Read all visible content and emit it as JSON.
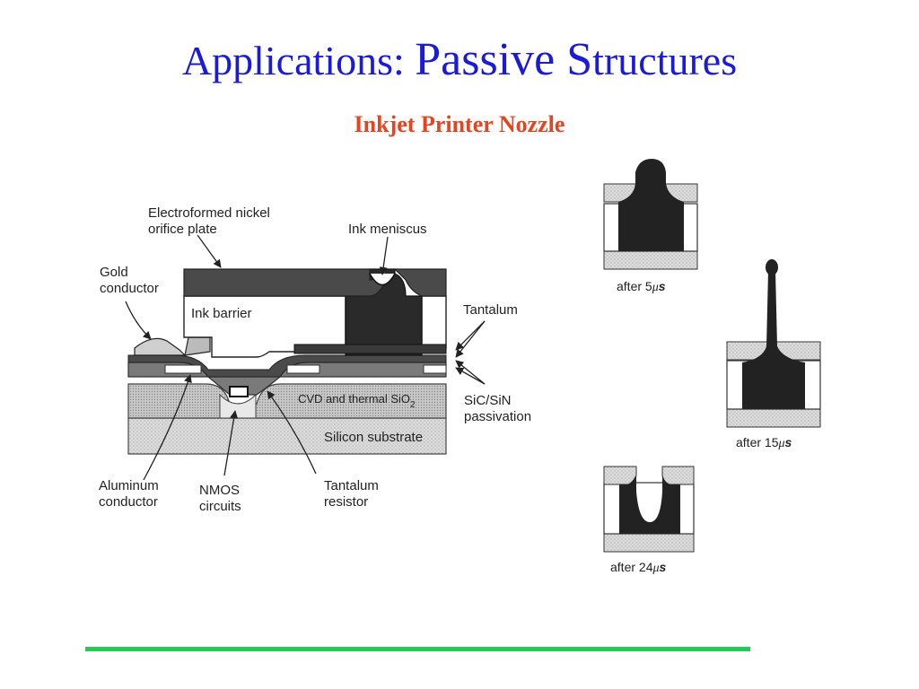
{
  "slide": {
    "title_lead": "Applications: ",
    "title_emph": "Passive S",
    "title_tail": "tructures",
    "subtitle": "Inkjet Printer Nozzle"
  },
  "cross_section": {
    "labels": {
      "orifice_plate_l1": "Electroformed nickel",
      "orifice_plate_l2": "orifice plate",
      "ink_meniscus": "Ink meniscus",
      "gold_l1": "Gold",
      "gold_l2": "conductor",
      "ink_barrier": "Ink barrier",
      "tantalum": "Tantalum",
      "cvd": "CVD and thermal SiO",
      "cvd_sub": "2",
      "sic_l1": "SiC/SiN",
      "sic_l2": "passivation",
      "substrate": "Silicon substrate",
      "aluminum_l1": "Aluminum",
      "aluminum_l2": "conductor",
      "nmos_l1": "NMOS",
      "nmos_l2": "circuits",
      "resistor_l1": "Tantalum",
      "resistor_l2": "resistor"
    }
  },
  "ejection_sequence": {
    "frames": [
      {
        "prefix": "after 5",
        "unit_mu": "μ",
        "unit_s": "s"
      },
      {
        "prefix": "after 15",
        "unit_mu": "μ",
        "unit_s": "s"
      },
      {
        "prefix": "after 24",
        "unit_mu": "μ",
        "unit_s": "s"
      }
    ]
  },
  "colors": {
    "title": "#1a1adb",
    "subtitle": "#e8431f",
    "footer_line": "#22cc55"
  }
}
